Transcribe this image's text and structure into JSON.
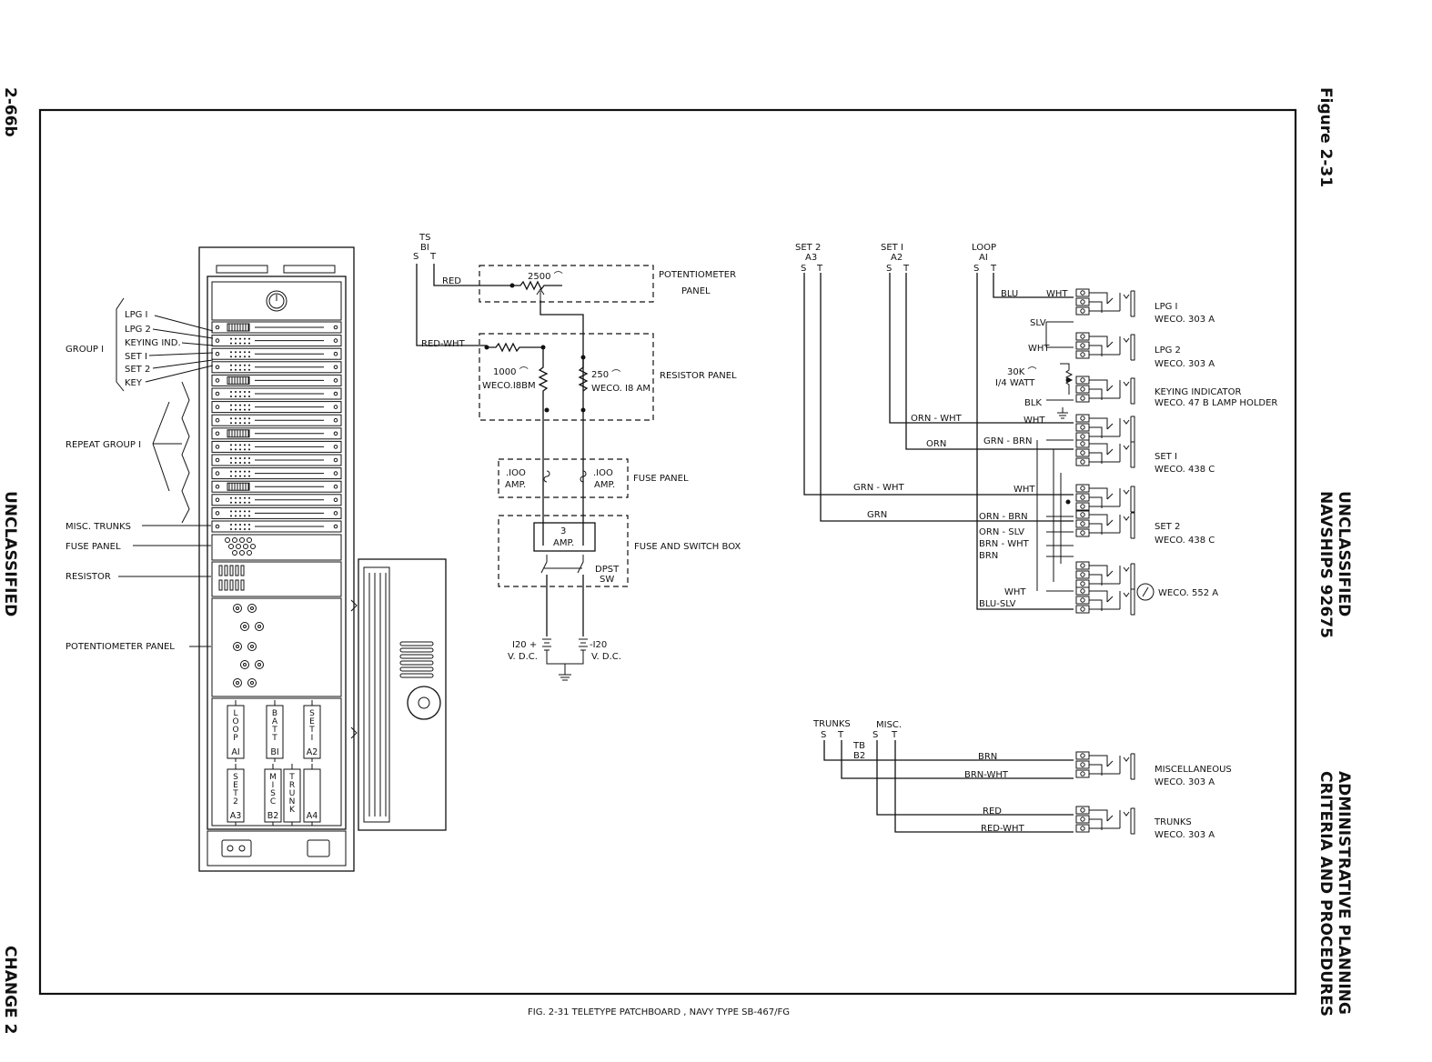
{
  "margins": {
    "left_page": "2-66b",
    "left_class": "UNCLASSIFIED",
    "left_change": "CHANGE 2",
    "right_figure": "Figure 2-31",
    "right_class": "UNCLASSIFIED",
    "right_doc": "NAVSHIPS 92675",
    "right_title1": "ADMINISTRATIVE PLANNING",
    "right_title2": "CRITERIA AND PROCEDURES"
  },
  "caption": "FIG. 2-31 TELETYPE PATCHBOARD , NAVY TYPE SB-467/FG",
  "cabinet": {
    "callouts": [
      "LPG I",
      "LPG 2",
      "KEYING IND.",
      "SET I",
      "SET 2",
      "KEY",
      "GROUP I",
      "REPEAT GROUP I",
      "MISC. TRUNKS",
      "FUSE PANEL",
      "RESISTOR",
      "POTENTIOMETER PANEL"
    ],
    "modules": [
      {
        "name": "LOOP",
        "id": "AI"
      },
      {
        "name": "BATT",
        "id": "BI"
      },
      {
        "name": "SET I",
        "id": "A2"
      },
      {
        "name": "SET 2",
        "id": "A3"
      },
      {
        "name": "MISC",
        "id": "B2"
      },
      {
        "name": "TRUNK",
        "id": ""
      },
      {
        "name": "",
        "id": "A4"
      }
    ]
  },
  "power": {
    "ts": "TS",
    "bi": "BI",
    "s": "S",
    "t": "T",
    "red": "RED",
    "red_wht": "RED-WHT",
    "pot_value": "2500 ⌒",
    "pot_panel_1": "POTENTIOMETER",
    "pot_panel_2": "PANEL",
    "r1_value": "1000 ⌒",
    "r1_part": "WECO.I8BM",
    "r2_value": "250 ⌒",
    "r2_part": "WECO. I8 AM",
    "resistor_panel": "RESISTOR PANEL",
    "fuse1_a": ".IOO",
    "fuse1_b": "AMP.",
    "fuse2_a": ".IOO",
    "fuse2_b": "AMP.",
    "fuse_panel": "FUSE PANEL",
    "fuse3_a": "3",
    "fuse3_b": "AMP.",
    "dpst_a": "DPST",
    "dpst_b": "SW",
    "switch_box": "FUSE AND SWITCH BOX",
    "pos_a": "I20 +",
    "pos_b": "V. D.C.",
    "neg_a": "-I20",
    "neg_b": "V. D.C."
  },
  "jacks": {
    "set2": "SET 2",
    "a3": "A3",
    "set1": "SET I",
    "a2": "A2",
    "loop": "LOOP",
    "ai": "AI",
    "s": "S",
    "t": "T",
    "wires": [
      "BLU",
      "WHT",
      "SLV",
      "WHT",
      "30K ⌒",
      "I/4 WATT",
      "BLK",
      "ORN - WHT",
      "WHT",
      "ORN",
      "GRN - BRN",
      "GRN - WHT",
      "WHT",
      "GRN",
      "ORN - BRN",
      "ORN - SLV",
      "BRN - WHT",
      "BRN",
      "WHT",
      "BLU-SLV"
    ],
    "labels": [
      {
        "name": "LPG I",
        "part": "WECO. 303 A"
      },
      {
        "name": "LPG 2",
        "part": "WECO. 303 A"
      },
      {
        "name": "KEYING INDICATOR",
        "part": "WECO. 47 B LAMP HOLDER"
      },
      {
        "name": "SET I",
        "part": "WECO. 438 C"
      },
      {
        "name": "SET 2",
        "part": "WECO. 438 C"
      },
      {
        "name": "",
        "part": "WECO. 552 A"
      }
    ]
  },
  "trunks": {
    "trunks": "TRUNKS",
    "misc": "MISC.",
    "tb": "TB",
    "b2": "B2",
    "s": "S",
    "t": "T",
    "wires": [
      "BRN",
      "BRN-WHT",
      "RED",
      "RED-WHT"
    ],
    "labels": [
      {
        "name": "MISCELLANEOUS",
        "part": "WECO.  303 A"
      },
      {
        "name": "TRUNKS",
        "part": "WECO. 303 A"
      }
    ]
  }
}
